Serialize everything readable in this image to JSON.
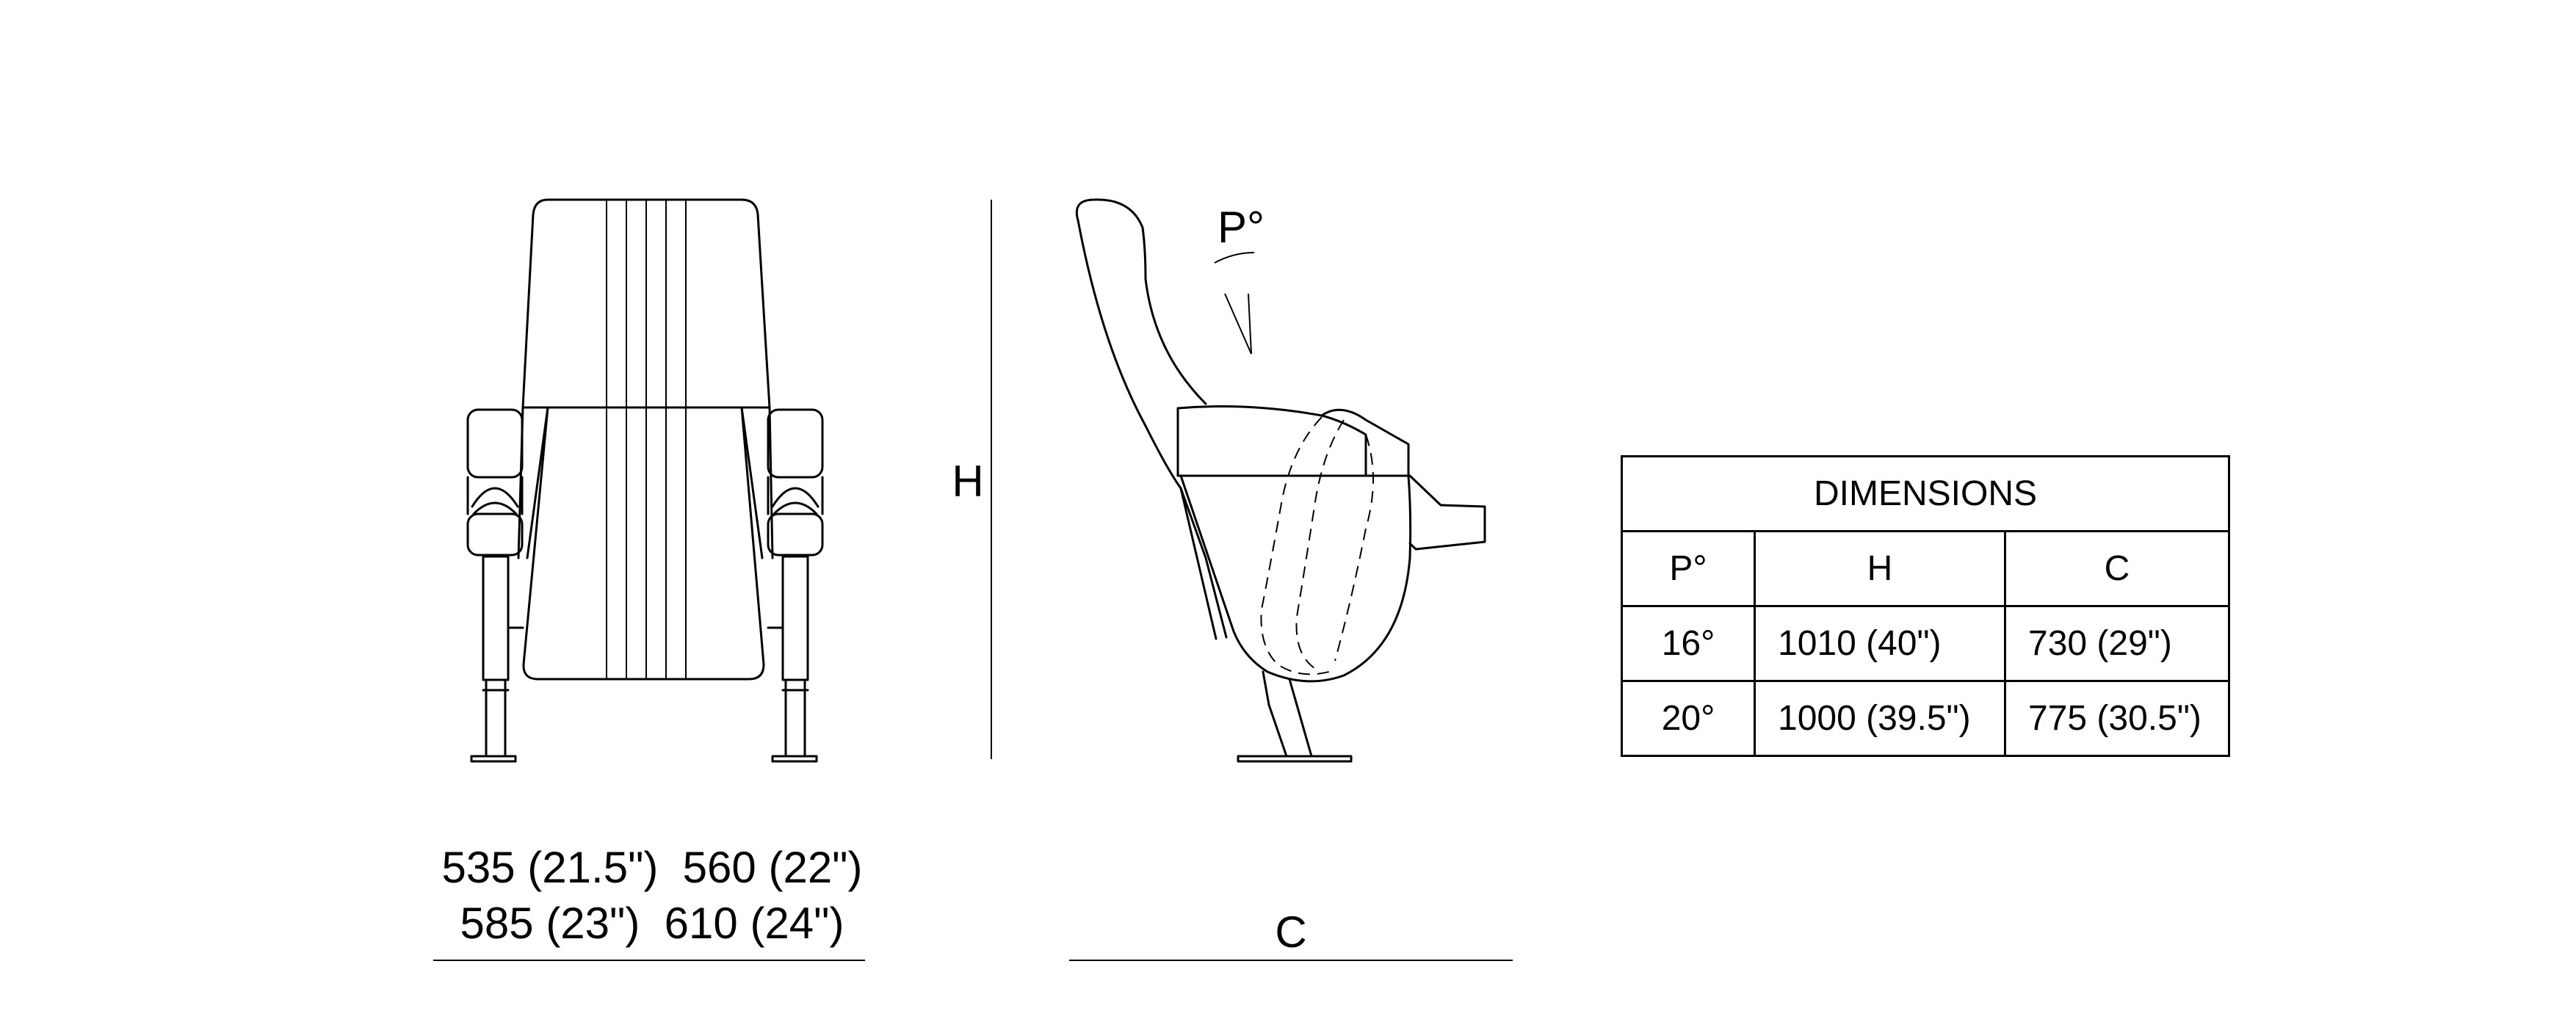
{
  "front_view": {
    "widths": [
      "535 (21.5\")  560 (22\")",
      "585 (23\")  610 (24\")"
    ]
  },
  "side_view": {
    "height_label": "H",
    "depth_label": "C",
    "angle_label": "P°"
  },
  "dimensions_table": {
    "title": "DIMENSIONS",
    "headers": [
      "P°",
      "H",
      "C"
    ],
    "rows": [
      [
        "16°",
        "1010 (40\")",
        "730 (29\")"
      ],
      [
        "20°",
        "1000 (39.5\")",
        "775 (30.5\")"
      ]
    ]
  }
}
